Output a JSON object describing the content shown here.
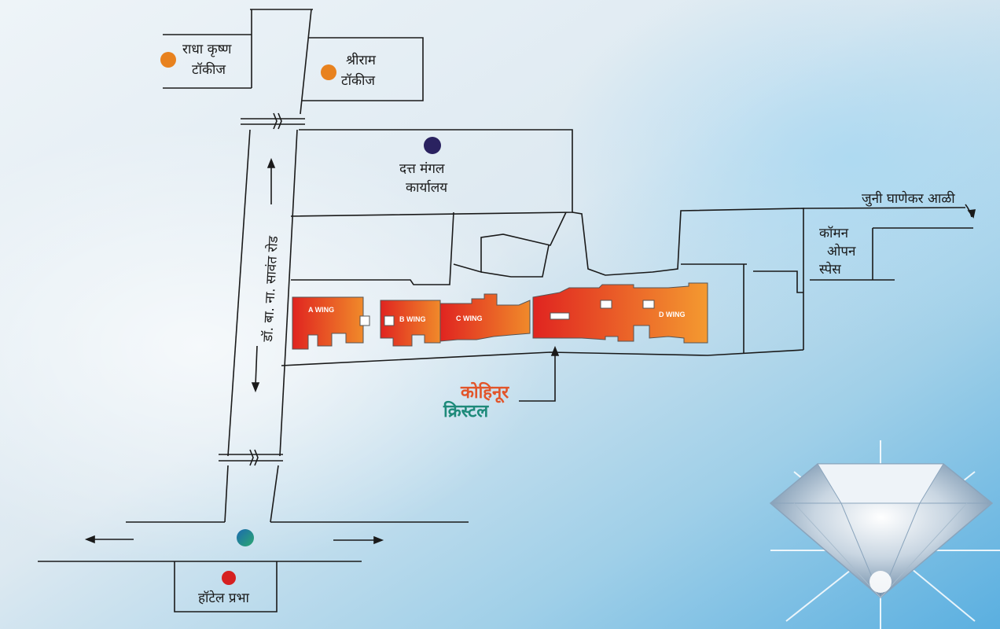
{
  "labels": {
    "radha_krishna_line1": "राधा कृष्ण",
    "radha_krishna_line2": "टॉकीज",
    "shriram_line1": "श्रीराम",
    "shriram_line2": "टॉकीज",
    "datta_mangal_line1": "दत्त मंगल",
    "datta_mangal_line2": "कार्यालय",
    "road_name": "डॉ. बा. ना. सावंत रोड",
    "juni_ghanekar": "जुनी घाणेकर आळी",
    "common_open_line1": "कॉमन",
    "common_open_line2": "ओपन",
    "common_open_line3": "स्पेस",
    "hotel_prabha": "हॉटेल प्रभा"
  },
  "wings": {
    "a": "A WING",
    "b": "B WING",
    "c": "C WING",
    "d": "D WING"
  },
  "brand": {
    "line1": "कोहिनूर",
    "line2": "क्रिस्टल"
  },
  "colors": {
    "marker_orange": "#e8821f",
    "marker_navy": "#2a2260",
    "marker_red": "#d62020",
    "building_start": "#e02420",
    "building_end": "#f08a2a",
    "brand_orange": "#e2552a",
    "brand_teal": "#1e8a7a"
  }
}
